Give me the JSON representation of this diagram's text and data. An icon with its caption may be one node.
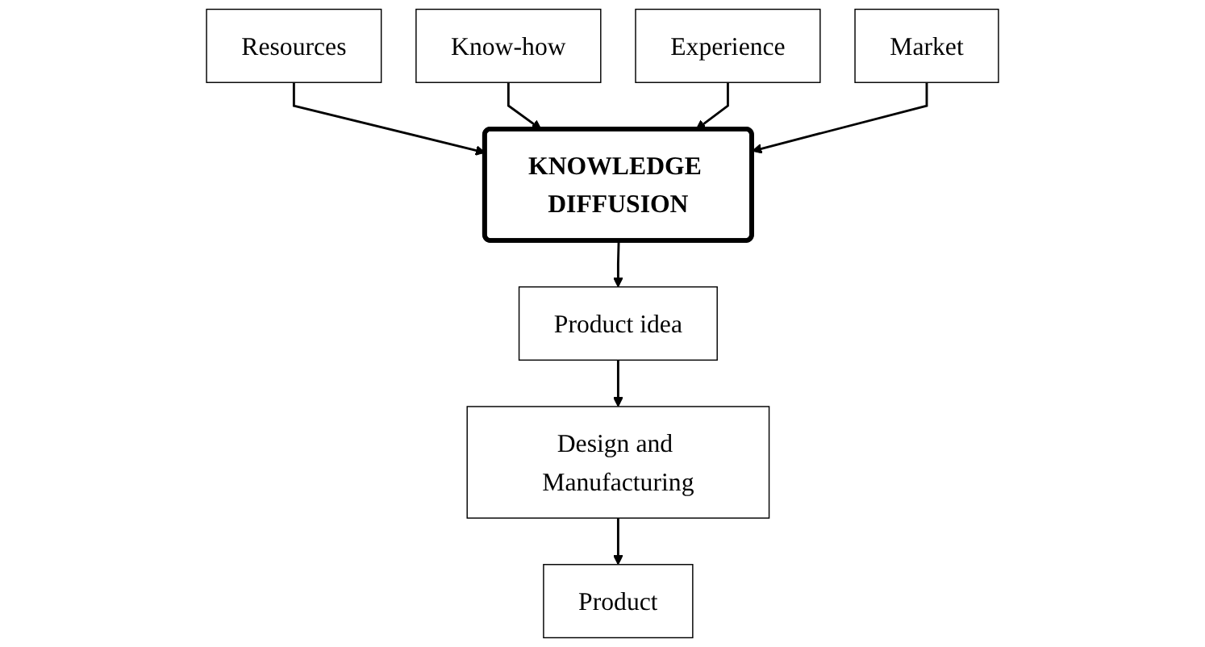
{
  "diagram": {
    "nodes": [
      {
        "text": [
          "Resources"
        ]
      },
      {
        "text": [
          "KNOWLEDGE DIFFUSION"
        ]
      },
      {
        "text": [
          "Know-how"
        ]
      },
      {
        "text": [
          "Experience"
        ]
      },
      {
        "text": [
          "Market"
        ]
      },
      {
        "text": [
          "Product idea"
        ]
      },
      {
        "text": [
          "Design and Manufacturing"
        ]
      },
      {
        "text": [
          "Product"
        ]
      }
    ],
    "edges": [
      {
        "from": 0,
        "to": 1,
        "arrow": "to"
      },
      {
        "from": 2,
        "to": 1,
        "arrow": "to"
      },
      {
        "from": 3,
        "to": 1,
        "arrow": "to"
      },
      {
        "from": 4,
        "to": 1,
        "arrow": "to"
      },
      {
        "from": 1,
        "to": 5,
        "arrow": "to"
      },
      {
        "from": 5,
        "to": 6,
        "arrow": "to"
      },
      {
        "from": 6,
        "to": 7,
        "arrow": "to"
      }
    ]
  }
}
